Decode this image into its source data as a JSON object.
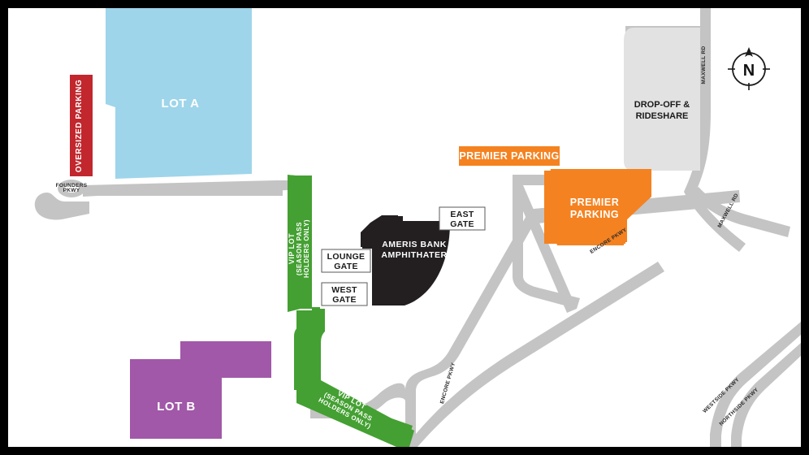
{
  "map": {
    "title": "Ameris Bank Amphitheater Parking Map",
    "venue_name_line1": "AMERIS BANK",
    "venue_name_line2": "AMPHITHATER",
    "background_color": "#ffffff",
    "frame_color": "#000000",
    "road_color": "#c4c4c4",
    "road_outline_color": "#b3b3b3"
  },
  "lots": {
    "lot_a": {
      "label": "LOT A",
      "color": "#9ed5ea"
    },
    "lot_b": {
      "label": "LOT B",
      "color": "#a158a8"
    },
    "oversized": {
      "label": "OVERSIZED PARKING",
      "color": "#c1272d"
    },
    "vip_upper": {
      "line1": "VIP LOT",
      "line2": "(SEASON PASS",
      "line3": "HOLDERS ONLY)",
      "color": "#44a032"
    },
    "vip_lower": {
      "line1": "VIP LOT",
      "line2": "(SEASON PASS",
      "line3": "HOLDERS ONLY)",
      "color": "#44a032"
    },
    "premier": {
      "line1": "PREMIER",
      "line2": "PARKING",
      "color": "#f58220"
    },
    "dropoff": {
      "line1": "DROP-OFF &",
      "line2": "RIDESHARE",
      "color": "#e2e2e2"
    }
  },
  "banners": {
    "premier_parking": {
      "label": "PREMIER PARKING",
      "color": "#f58220"
    }
  },
  "gates": [
    {
      "id": "east-gate",
      "line1": "EAST",
      "line2": "GATE"
    },
    {
      "id": "lounge-gate",
      "line1": "LOUNGE",
      "line2": "GATE"
    },
    {
      "id": "west-gate",
      "line1": "WEST",
      "line2": "GATE"
    }
  ],
  "roads": [
    {
      "id": "founders-pkwy",
      "line1": "FOUNDERS",
      "line2": "PKWY"
    },
    {
      "id": "maxwell-rd-north",
      "label": "MAXWELL RD"
    },
    {
      "id": "maxwell-rd-south",
      "label": "MAXWELL RD"
    },
    {
      "id": "encore-pkwy-east",
      "label": "ENCORE PKWY"
    },
    {
      "id": "encore-pkwy-center",
      "label": "ENCORE PKWY"
    },
    {
      "id": "westside-pkwy",
      "label": "WESTSIDE PKWY"
    },
    {
      "id": "northside-pkwy",
      "label": "NORTHSIDE PKWY"
    }
  ],
  "compass": {
    "label": "N"
  }
}
